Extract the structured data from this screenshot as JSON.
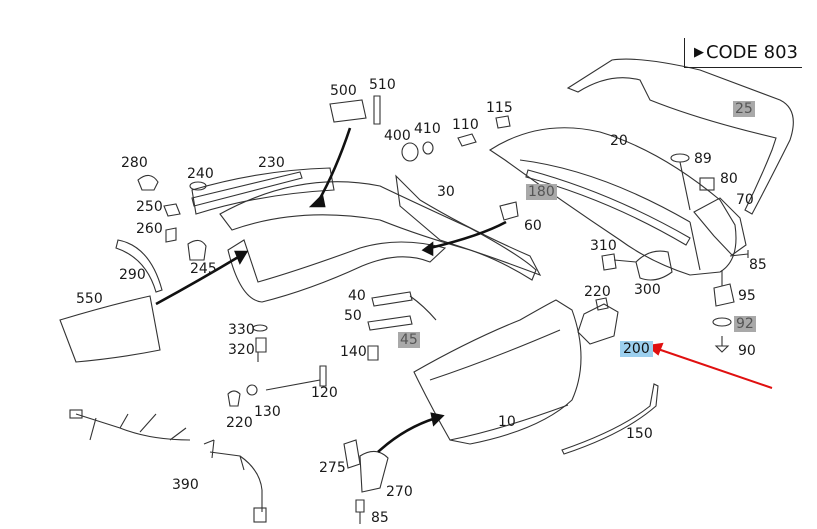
{
  "code_label": "CODE 803",
  "highlight_color": "#9ccfee",
  "gray_color": "#a9a9a9",
  "arrow_color": "#e01010",
  "labels": {
    "l10": "10",
    "l20": "20",
    "l25": "25",
    "l30": "30",
    "l40": "40",
    "l45": "45",
    "l50": "50",
    "l60": "60",
    "l70": "70",
    "l80": "80",
    "l85a": "85",
    "l85b": "85",
    "l89": "89",
    "l90": "90",
    "l92": "92",
    "l95": "95",
    "l110": "110",
    "l115": "115",
    "l120": "120",
    "l130": "130",
    "l140": "140",
    "l150": "150",
    "l180": "180",
    "l200": "200",
    "l220a": "220",
    "l220b": "220",
    "l230": "230",
    "l240": "240",
    "l245": "245",
    "l250": "250",
    "l260": "260",
    "l270": "270",
    "l275": "275",
    "l280": "280",
    "l290": "290",
    "l300": "300",
    "l310": "310",
    "l320": "320",
    "l330": "330",
    "l390": "390",
    "l400": "400",
    "l410": "410",
    "l500": "500",
    "l510": "510",
    "l550": "550"
  }
}
